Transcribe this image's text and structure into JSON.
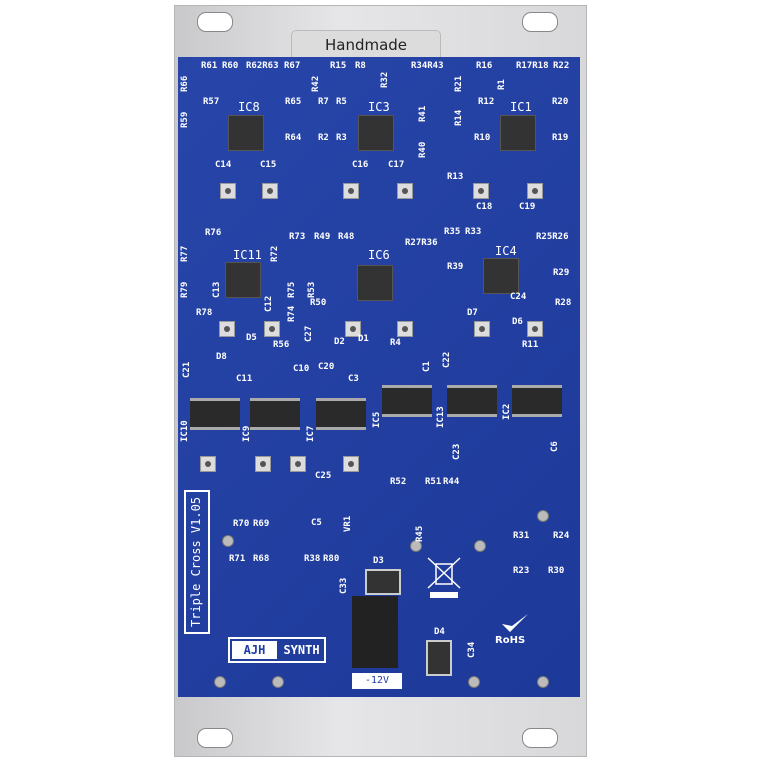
{
  "panel_label": "Handmade",
  "module_name": "Triple Cross V1.05",
  "brand": {
    "left": "AJH",
    "right": "SYNTH"
  },
  "power_marking": "-12V",
  "compliance": "RoHS",
  "ics": [
    "IC8",
    "IC3",
    "IC1",
    "IC11",
    "IC6",
    "IC4",
    "IC10",
    "IC9",
    "IC7",
    "IC5",
    "IC13",
    "IC2"
  ],
  "components": [
    "R61",
    "R60",
    "R62R63",
    "R67",
    "R15",
    "R8",
    "R34R43",
    "R16",
    "R17R18",
    "R22",
    "R66",
    "R42",
    "R32",
    "R21",
    "R1",
    "R57",
    "R65",
    "R7",
    "R5",
    "R41",
    "R12",
    "R20",
    "R59",
    "R64",
    "R2",
    "R3",
    "R40",
    "R14",
    "R10",
    "R19",
    "C14",
    "C15",
    "C16",
    "C17",
    "R13",
    "C18",
    "C19",
    "R76",
    "R73",
    "R49",
    "R48",
    "R27R36",
    "R35",
    "R33",
    "R25R26",
    "R77",
    "C13",
    "R72",
    "R53",
    "R39",
    "R29",
    "R79",
    "R75",
    "R50",
    "C24",
    "R28",
    "R78",
    "R74",
    "C27",
    "D7",
    "D6",
    "D5",
    "D2",
    "D1",
    "R4",
    "R56",
    "R11",
    "D8",
    "C21",
    "C11",
    "C10",
    "C20",
    "C3",
    "C1",
    "C22",
    "C12",
    "C23",
    "C6",
    "C25",
    "R52",
    "R51",
    "R44",
    "R70",
    "R69",
    "C5",
    "VR1",
    "R45",
    "R31",
    "R24",
    "R71",
    "R68",
    "R38",
    "R80",
    "D3",
    "R23",
    "R30",
    "C33",
    "D4",
    "C34"
  ]
}
